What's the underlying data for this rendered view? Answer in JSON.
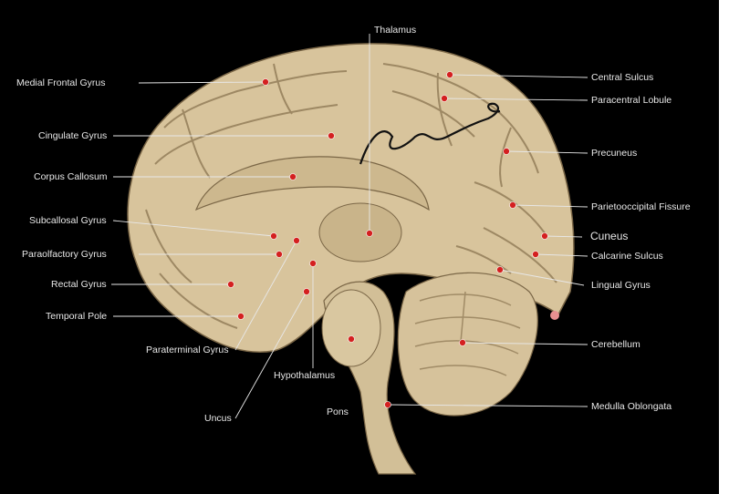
{
  "colors": {
    "background": "#000000",
    "tissue": "#d8c49c",
    "tissue_dark": "#8a7450",
    "marker": "#d42020",
    "leader_line": "#e8e8e8",
    "label_text": "#e8e8e8"
  },
  "labels": {
    "thalamus": "Thalamus",
    "medial_frontal_gyrus": "Medial Frontal Gyrus",
    "cingulate_gyrus": "Cingulate Gyrus",
    "corpus_callosum": "Corpus Callosum",
    "subcallosal_gyrus": "Subcallosal Gyrus",
    "paraolfactory_gyrus": "Paraolfactory Gyrus",
    "rectal_gyrus": "Rectal Gyrus",
    "temporal_pole": "Temporal Pole",
    "paraterminal_gyrus": "Paraterminal Gyrus",
    "uncus": "Uncus",
    "hypothalamus": "Hypothalamus",
    "pons": "Pons",
    "central_sulcus": "Central Sulcus",
    "paracentral_lobule": "Paracentral Lobule",
    "precuneus": "Precuneus",
    "parietooccipital_fissure": "Parietooccipital Fissure",
    "cuneus": "Cuneus",
    "calcarine_sulcus": "Calcarine Sulcus",
    "lingual_gyrus": "Lingual Gyrus",
    "cerebellum": "Cerebellum",
    "medulla_oblongata": "Medulla Oblongata"
  }
}
